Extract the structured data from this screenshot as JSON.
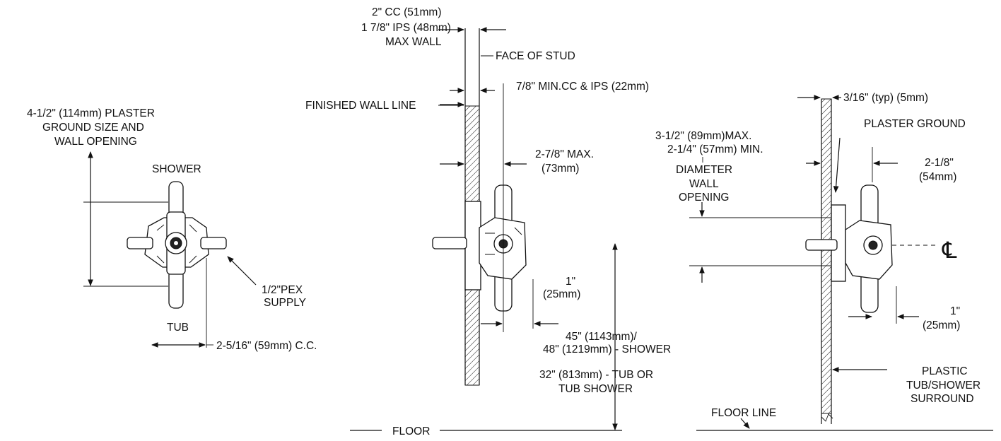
{
  "labels": {
    "cc_2": "2\" CC (51mm)",
    "ips_1_7_8": "1 7/8\" IPS (48mm)",
    "max_wall": "MAX WALL",
    "face_of_stud": "FACE OF STUD",
    "finished_wall_line": "FINISHED WALL LINE",
    "min_cc_ips": "7/8\" MIN.CC & IPS (22mm)",
    "plaster_ground_size_1": "4-1/2\" (114mm) PLASTER",
    "plaster_ground_size_2": "GROUND SIZE AND",
    "plaster_ground_size_3": "WALL OPENING",
    "shower": "SHOWER",
    "tub": "TUB",
    "pex_supply_1": "1/2\"PEX",
    "pex_supply_2": "SUPPLY",
    "cc_2_5_16": "2-5/16\" (59mm) C.C.",
    "max_2_7_8_a": "2-7/8\" MAX.",
    "max_2_7_8_b": "(73mm)",
    "one_inch_a": "1\"",
    "one_inch_b": "(25mm)",
    "height_1": "45\" (1143mm)/",
    "height_2": "48\" (1219mm) - SHOWER",
    "height_3": "32\" (813mm) - TUB OR",
    "height_4": "TUB SHOWER",
    "floor": "FLOOR",
    "typ_3_16": "3/16\" (typ) (5mm)",
    "plaster_ground": "PLASTER GROUND",
    "opening_max": "3-1/2\" (89mm)MAX.",
    "opening_min": "2-1/4\" (57mm) MIN.",
    "diameter": "DIAMETER",
    "wall": "WALL",
    "opening": "OPENING",
    "two_1_8_a": "2-1/8\"",
    "two_1_8_b": "(54mm)",
    "centerline": "℄",
    "one_inch_c": "1\"",
    "one_inch_d": "(25mm)",
    "plastic_1": "PLASTIC",
    "plastic_2": "TUB/SHOWER",
    "plastic_3": "SURROUND",
    "floor_line": "FLOOR LINE"
  }
}
